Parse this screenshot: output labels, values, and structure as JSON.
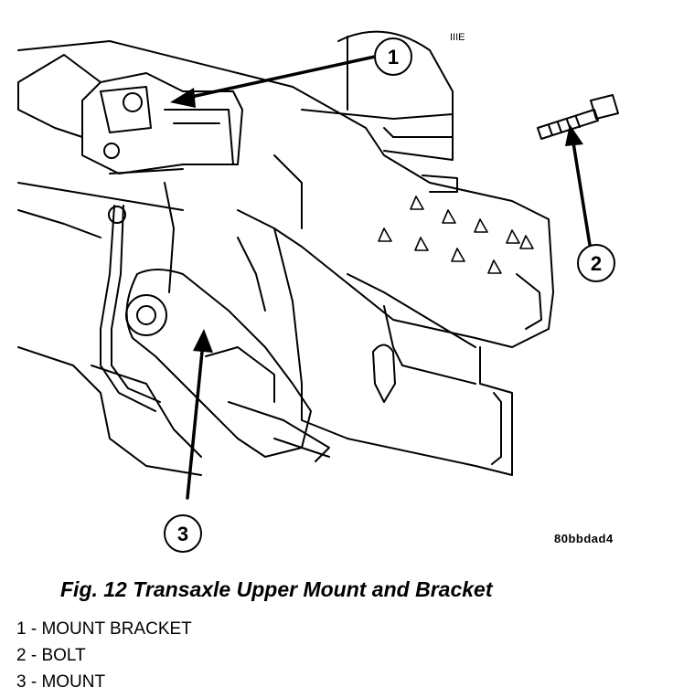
{
  "figure": {
    "callouts": [
      {
        "number": "1"
      },
      {
        "number": "2"
      },
      {
        "number": "3"
      }
    ],
    "code": "80bbdad4",
    "stamp": "IIIE"
  },
  "caption": "Fig. 12 Transaxle Upper Mount and Bracket",
  "legend": [
    {
      "label": "1 - MOUNT BRACKET"
    },
    {
      "label": "2 - BOLT"
    },
    {
      "label": "3 - MOUNT"
    }
  ],
  "colors": {
    "ink": "#000000",
    "paper": "#ffffff"
  }
}
